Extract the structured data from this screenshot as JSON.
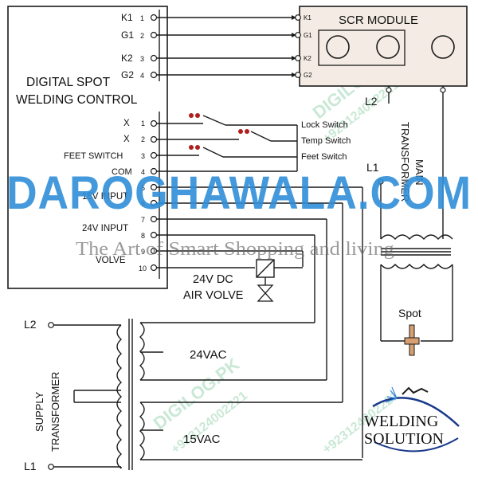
{
  "control_box": {
    "title_line1": "DIGITAL SPOT",
    "title_line2": "WELDING CONTROL",
    "top_terminals": [
      {
        "label": "K1",
        "num": "1"
      },
      {
        "label": "G1",
        "num": "2"
      },
      {
        "label": "K2",
        "num": "3"
      },
      {
        "label": "G2",
        "num": "4"
      }
    ],
    "side_terminals": [
      {
        "label": "X",
        "num": "1"
      },
      {
        "label": "X",
        "num": "2"
      },
      {
        "label": "FEET SWITCH",
        "num": "3"
      },
      {
        "label": "COM",
        "num": "4"
      },
      {
        "label": "",
        "num": "5"
      },
      {
        "label": "15V INPUT",
        "num": "6"
      },
      {
        "label": "",
        "num": "7"
      },
      {
        "label": "24V INPUT",
        "num": "8"
      },
      {
        "label": "VOLVE",
        "num": "9"
      },
      {
        "label": "",
        "num": "10"
      }
    ]
  },
  "scr_module": {
    "title": "SCR MODULE",
    "terminals": [
      "K1",
      "G1",
      "K2",
      "G2"
    ]
  },
  "switches": {
    "lock": "Lock Switch",
    "temp": "Temp Switch",
    "feet": "Feet Switch"
  },
  "air_valve": {
    "line1": "24V DC",
    "line2": "AIR VOLVE"
  },
  "main_transformer": {
    "line1": "MAIN",
    "line2": "TRANSFORMER",
    "l1": "L1",
    "l2": "L2",
    "spot": "Spot"
  },
  "supply_transformer": {
    "line1": "SUPPLY",
    "line2": "TRANSFORMER",
    "l1": "L1",
    "l2": "L2",
    "out_24": "24VAC",
    "out_15": "15VAC"
  },
  "watermarks": {
    "site": "DAROGHAWALA.COM",
    "tagline": "The Art of Smart Shopping and living",
    "brand": "DIGILOG.PK",
    "phone": "+923124002221"
  },
  "logo": {
    "line1": "WELDING",
    "line2": "SOLUTION"
  },
  "colors": {
    "line": "#1a1a1a",
    "switch_dot": "#b01e1e",
    "scr_fill": "#f4ece4",
    "watermark_blue": "#2f8fd8",
    "watermark_green": "#3fae6a"
  }
}
